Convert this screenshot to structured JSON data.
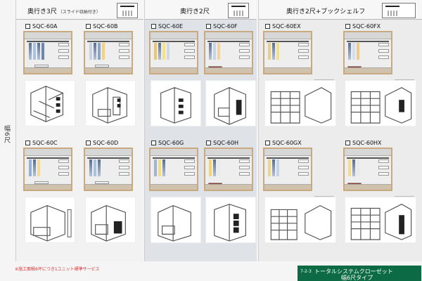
{
  "side_label": "幅6尺",
  "sections": [
    {
      "title": "奥行き3尺",
      "subtitle": "（スライド収納付き）",
      "items": [
        {
          "code": "SQC-60A"
        },
        {
          "code": "SQC-60B"
        },
        {
          "code": "SQC-60C"
        },
        {
          "code": "SQC-60D"
        }
      ]
    },
    {
      "title": "奥行き2尺",
      "items": [
        {
          "code": "SQC-60E"
        },
        {
          "code": "SQC-60F"
        },
        {
          "code": "SQC-60G"
        },
        {
          "code": "SQC-60H"
        }
      ]
    },
    {
      "title": "奥行き2尺+ブックシェルフ",
      "items": [
        {
          "code": "SQC-60EX"
        },
        {
          "code": "SQC-60FX"
        },
        {
          "code": "SQC-60GX"
        },
        {
          "code": "SQC-60HX"
        }
      ]
    }
  ],
  "footer": {
    "note": "※施工面積6坪につき1ユニット標準サービス",
    "code": "7-2-3",
    "title": "トータルシステムクローゼット",
    "subtitle": "幅6尺タイプ"
  }
}
